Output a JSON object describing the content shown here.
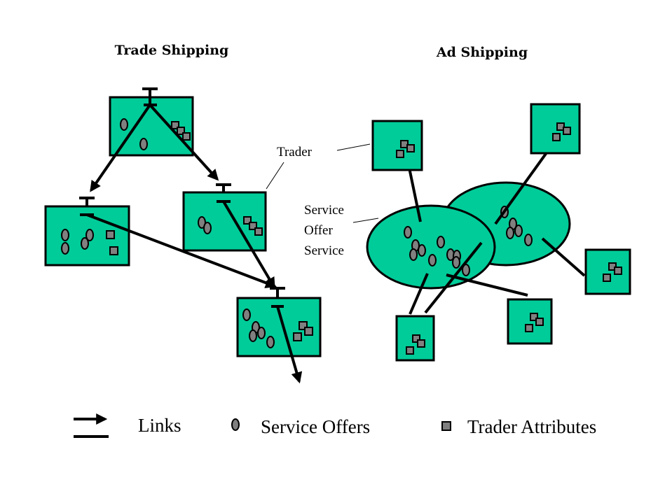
{
  "titles": {
    "trade": "Trade Shipping",
    "ad": "Ad Shipping"
  },
  "labels": {
    "trader": "Trader",
    "service_offer_service": [
      "Service",
      "Offer",
      "Service"
    ]
  },
  "legend": {
    "links": "Links",
    "service_offers": "Service Offers",
    "trader_attributes": "Trader Attributes"
  },
  "colors": {
    "trader_fill": "#00cc99",
    "offer_fill": "#808080",
    "attribute_fill": "#808080",
    "line": "#000000",
    "background": "#ffffff"
  }
}
